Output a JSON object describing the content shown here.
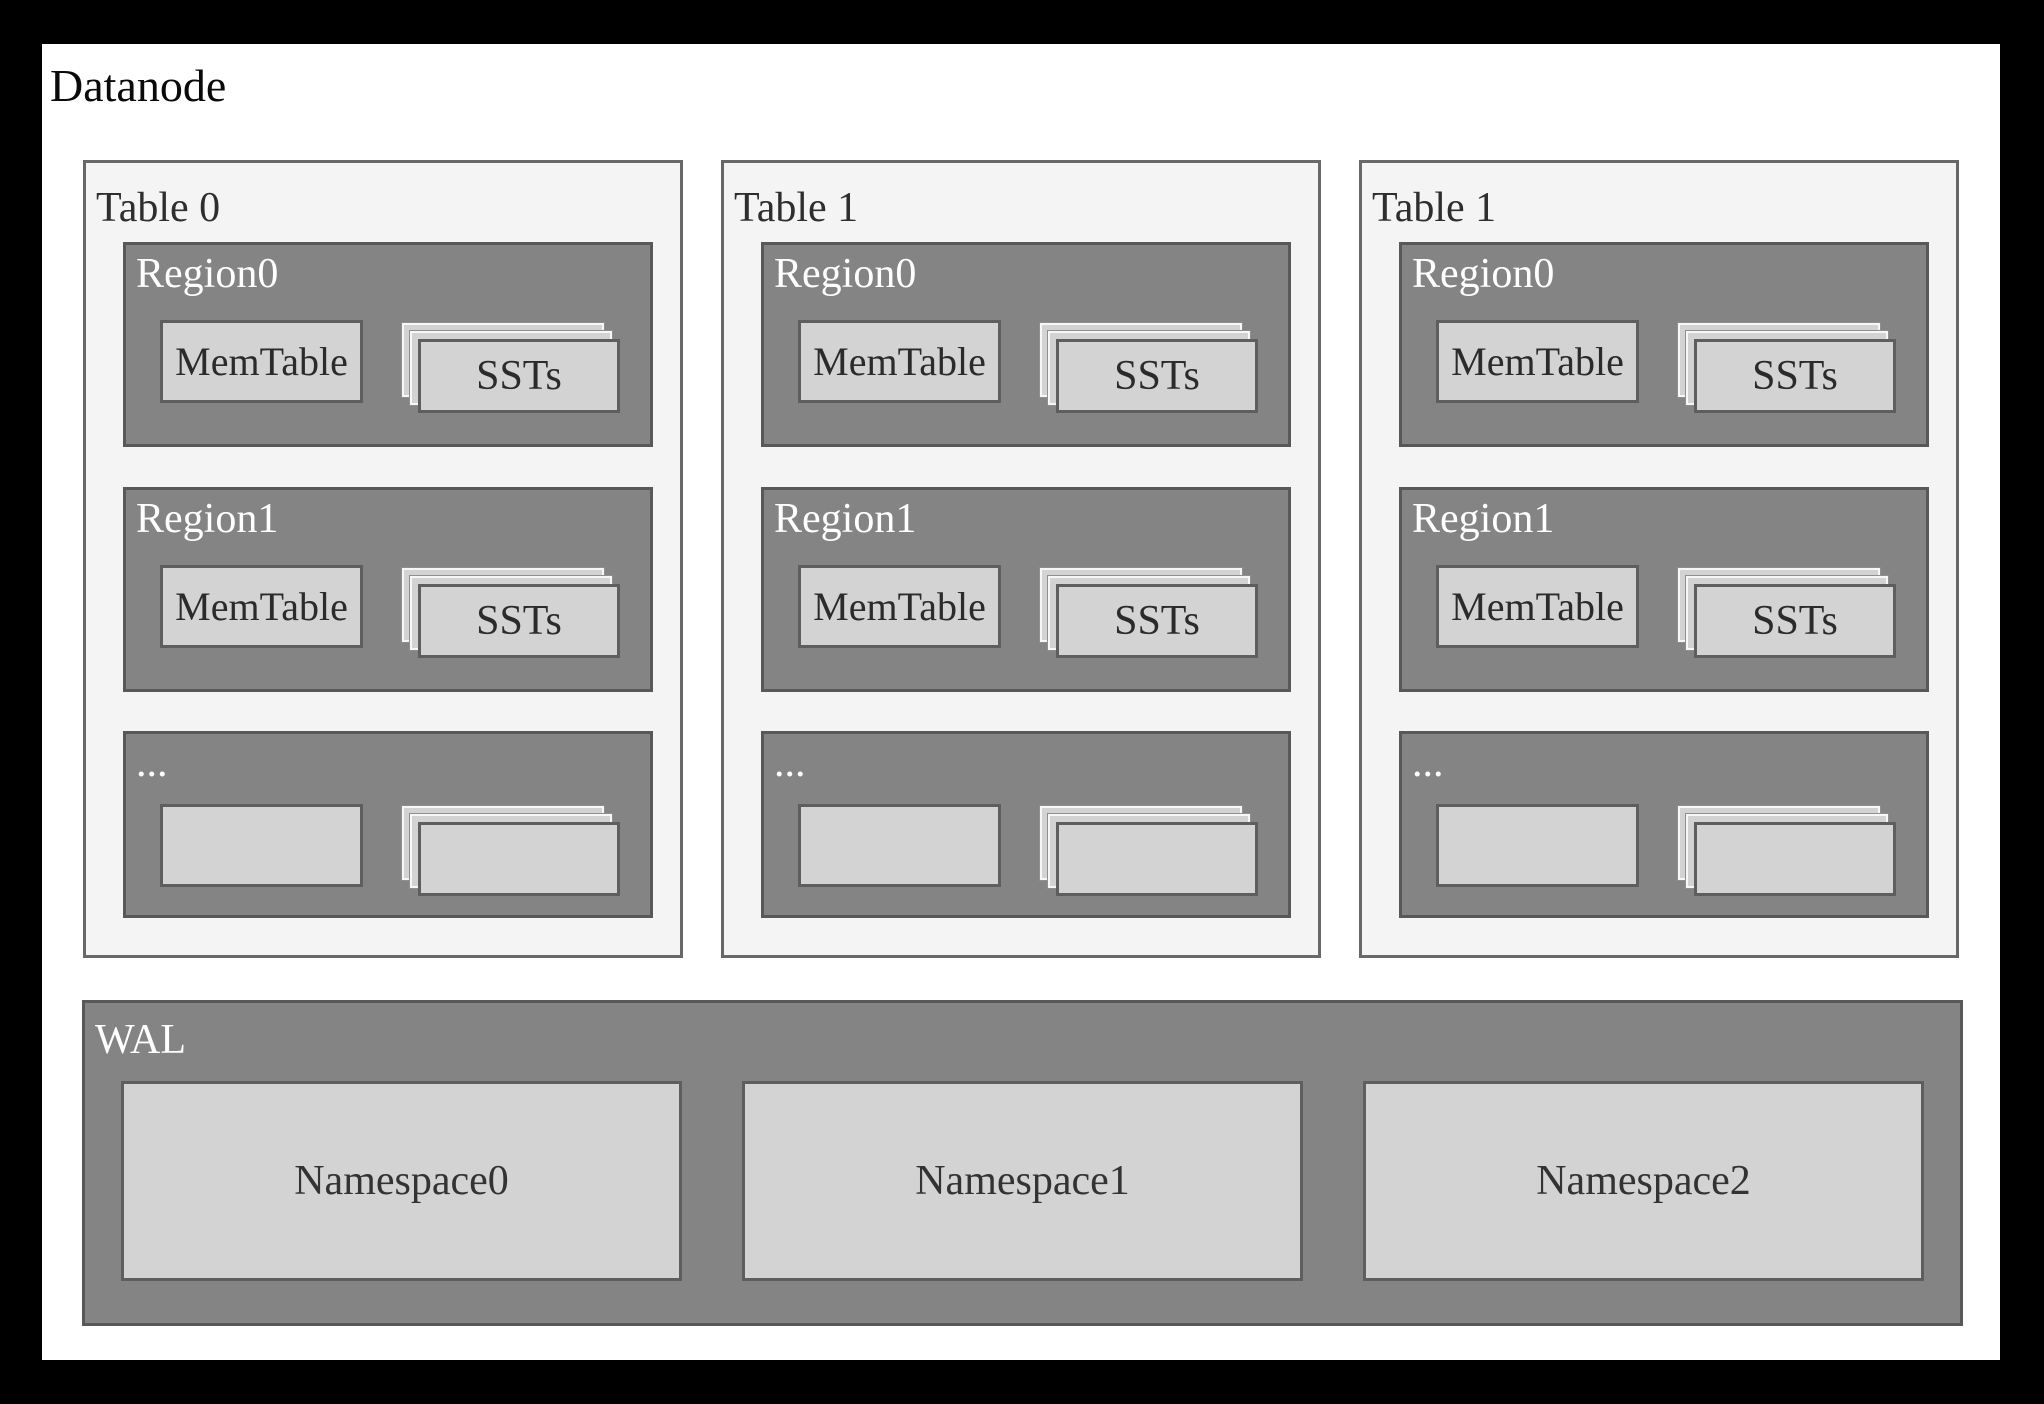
{
  "title": "Datanode",
  "tables": [
    {
      "label": "Table 0",
      "regions": [
        {
          "label": "Region0",
          "memtable": "MemTable",
          "ssts": "SSTs"
        },
        {
          "label": "Region1",
          "memtable": "MemTable",
          "ssts": "SSTs"
        },
        {
          "label": "...",
          "memtable": "",
          "ssts": ""
        }
      ]
    },
    {
      "label": "Table 1",
      "regions": [
        {
          "label": "Region0",
          "memtable": "MemTable",
          "ssts": "SSTs"
        },
        {
          "label": "Region1",
          "memtable": "MemTable",
          "ssts": "SSTs"
        },
        {
          "label": "...",
          "memtable": "",
          "ssts": ""
        }
      ]
    },
    {
      "label": "Table 1",
      "regions": [
        {
          "label": "Region0",
          "memtable": "MemTable",
          "ssts": "SSTs"
        },
        {
          "label": "Region1",
          "memtable": "MemTable",
          "ssts": "SSTs"
        },
        {
          "label": "...",
          "memtable": "",
          "ssts": ""
        }
      ]
    }
  ],
  "wal": {
    "label": "WAL",
    "namespaces": [
      "Namespace0",
      "Namespace1",
      "Namespace2"
    ]
  },
  "colors": {
    "frame": "#000000",
    "panel": "#ffffff",
    "table_fill": "#f4f4f4",
    "table_border": "#686868",
    "region_fill": "#848484",
    "region_border": "#585858",
    "box_fill": "#d3d3d3",
    "box_border": "#5e5e5e",
    "sheet_border": "#f7f7f7",
    "region_text": "#ffffff",
    "label_text": "#2e2e2e"
  }
}
